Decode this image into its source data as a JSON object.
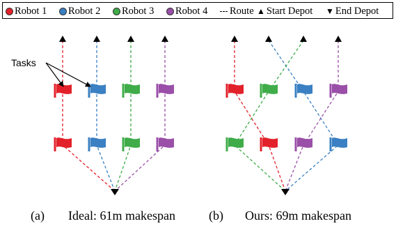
{
  "legend": {
    "robot1": {
      "label": "Robot 1",
      "color": "#e3212b"
    },
    "robot2": {
      "label": "Robot 2",
      "color": "#3a80c3"
    },
    "robot3": {
      "label": "Robot 3",
      "color": "#3fac49"
    },
    "robot4": {
      "label": "Robot 4",
      "color": "#9a4fa8"
    },
    "route": {
      "label": "Route"
    },
    "start": {
      "label": "Start Depot",
      "icon": "triangle-up-icon"
    },
    "end": {
      "label": "End Depot",
      "icon": "triangle-down-icon"
    }
  },
  "annotation": {
    "tasks_label": "Tasks"
  },
  "panels": [
    {
      "id": "a",
      "label": "(a)",
      "caption": "Ideal: 61m makespan",
      "row1_colors": [
        "#e3212b",
        "#3a80c3",
        "#3fac49",
        "#9a4fa8"
      ],
      "row2_colors": [
        "#e3212b",
        "#3a80c3",
        "#3fac49",
        "#9a4fa8"
      ]
    },
    {
      "id": "b",
      "label": "(b)",
      "caption": "Ours: 69m makespan",
      "row1_colors": [
        "#e3212b",
        "#3fac49",
        "#3a80c3",
        "#9a4fa8"
      ],
      "row2_colors": [
        "#3fac49",
        "#e3212b",
        "#9a4fa8",
        "#3a80c3"
      ]
    }
  ]
}
